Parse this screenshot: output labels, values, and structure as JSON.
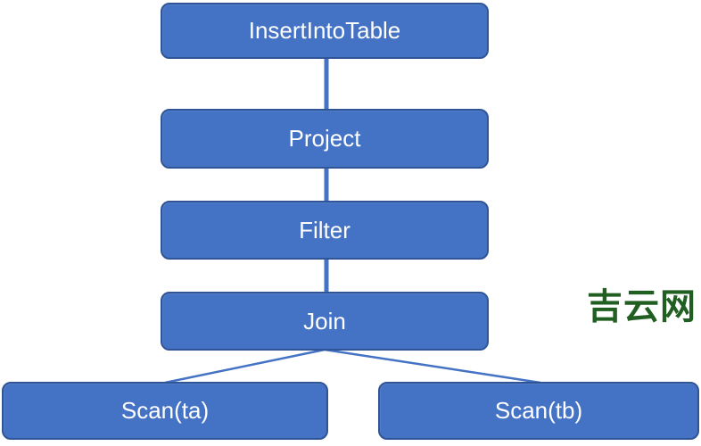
{
  "diagram": {
    "title": "query-plan-tree",
    "nodes": {
      "insert": {
        "label": "InsertIntoTable"
      },
      "project": {
        "label": "Project"
      },
      "filter": {
        "label": "Filter"
      },
      "join": {
        "label": "Join"
      },
      "scan_ta": {
        "label": "Scan(ta)"
      },
      "scan_tb": {
        "label": "Scan(tb)"
      }
    },
    "edges": [
      {
        "from": "insert",
        "to": "project"
      },
      {
        "from": "project",
        "to": "filter"
      },
      {
        "from": "filter",
        "to": "join"
      },
      {
        "from": "join",
        "to": "scan_ta"
      },
      {
        "from": "join",
        "to": "scan_tb"
      }
    ],
    "colors": {
      "box_fill": "#4472C4",
      "box_border": "#2F5597",
      "connector": "#4472C4",
      "label_text": "#FFFFFF"
    }
  },
  "watermark": {
    "text": "吉云网",
    "color": "#215E21"
  }
}
